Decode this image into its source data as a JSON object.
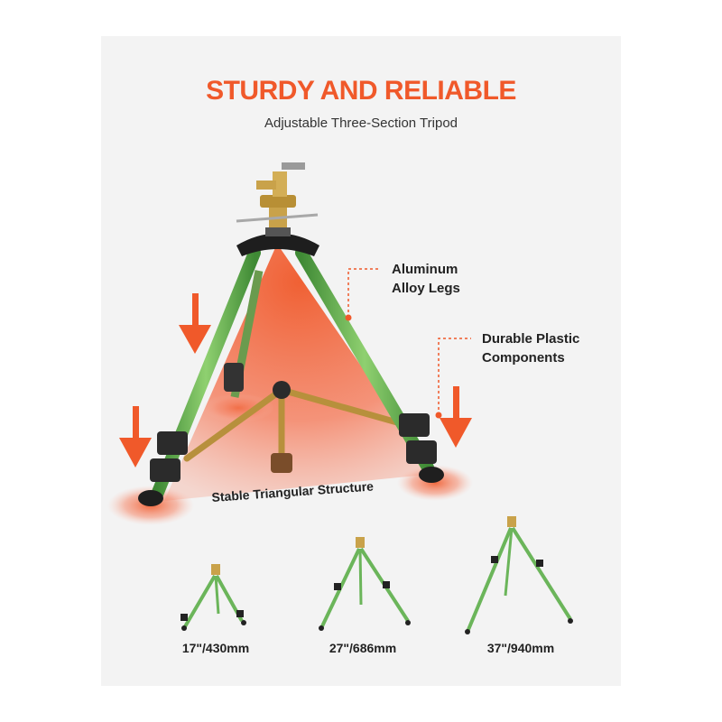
{
  "header": {
    "title": "STURDY AND RELIABLE",
    "subtitle": "Adjustable Three-Section Tripod"
  },
  "callouts": {
    "legs_line1": "Aluminum",
    "legs_line2": "Alloy Legs",
    "plastic_line1": "Durable Plastic",
    "plastic_line2": "Components",
    "base": "Stable Triangular Structure"
  },
  "sizes": [
    "17\"/430mm",
    "27\"/686mm",
    "37\"/940mm"
  ],
  "colors": {
    "accent": "#f0592a",
    "leg_green": "#5aa84a",
    "brass": "#c9a24a",
    "background": "#f3f3f3"
  },
  "icons": [
    "down-arrow-icon",
    "ripple-ring-icon"
  ]
}
